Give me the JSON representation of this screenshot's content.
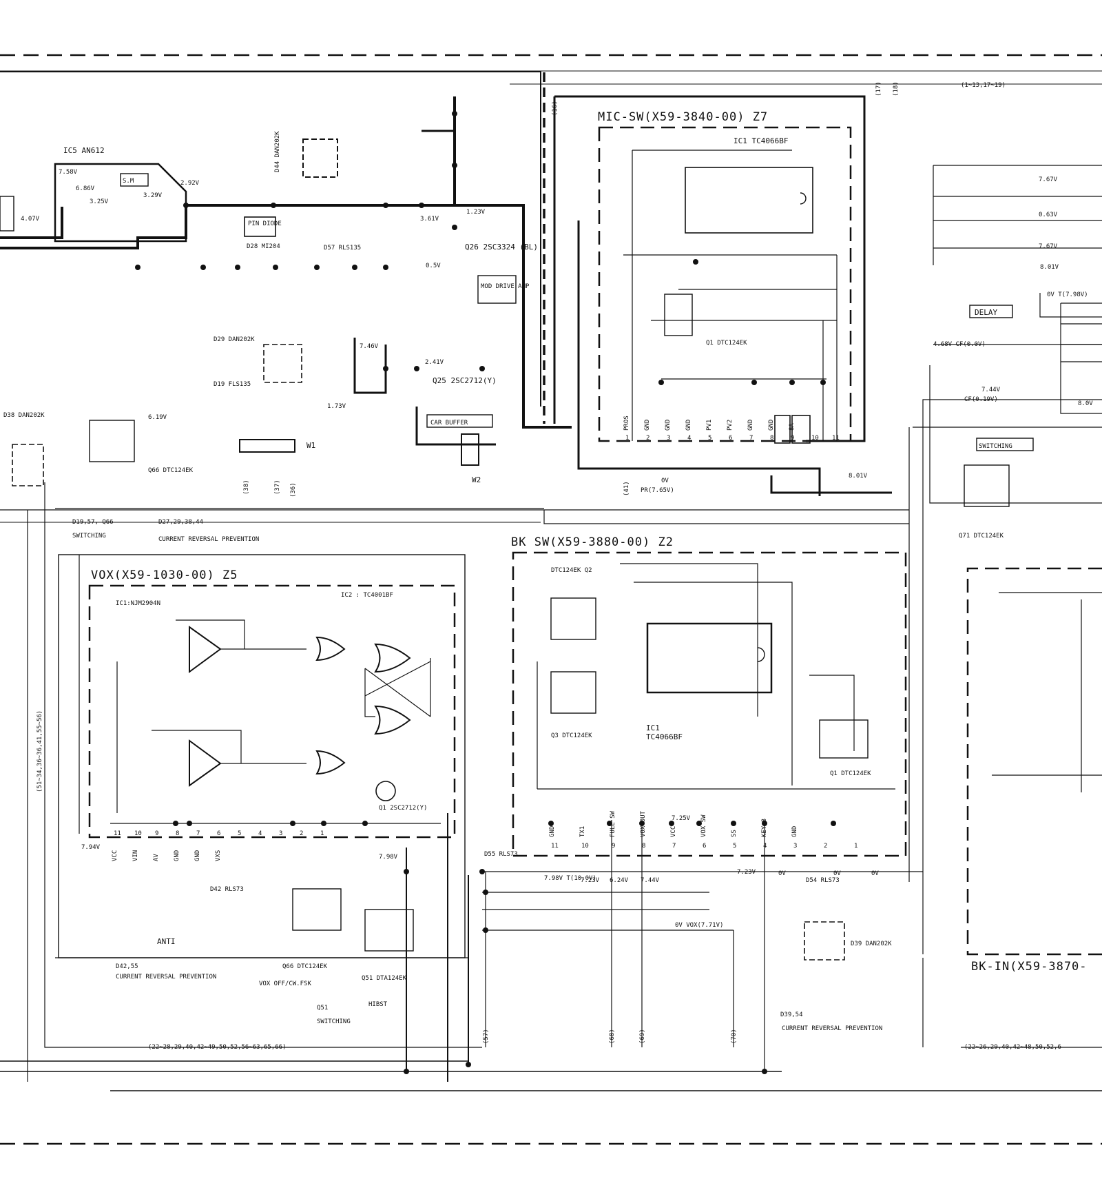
{
  "modules": {
    "mic_sw": "MIC-SW(X59-3840-00) Z7",
    "bk_sw": "BK SW(X59-3880-00) Z2",
    "vox": "VOX(X59-1030-00) Z5",
    "bk_in": "BK-IN(X59-3870-"
  },
  "components": {
    "ic5": "IC5 AN612",
    "ic5_sm": "S.M",
    "ic1_mic": "IC1 TC4066BF",
    "ic1_bk": "TC4066BF",
    "ic1_bk_name": "IC1",
    "ic1_vox": "IC1:NJM2904N",
    "ic2_vox": "IC2 : TC4001BF",
    "q26": "Q26 2SC3324 (BL)",
    "q25": "Q25 2SC2712(Y)",
    "q66_top": "Q66 DTC124EK",
    "q66_vox": "Q66 DTC124EK",
    "q51": "Q51 DTA124EK",
    "q1_mic": "Q1 DTC124EK",
    "q2_bk": "DTC124EK Q2",
    "q3_bk": "Q3 DTC124EK",
    "q1_bk": "Q1 DTC124EK",
    "q71": "Q71 DTC124EK",
    "q1_vox": "Q1 2SC2712(Y)",
    "d44": "D44 DAN202K",
    "d28": "D28 MI204",
    "d57": "D57 RLS135",
    "d29": "D29 DAN202K",
    "d19": "D19 FLS135",
    "d38": "D38 DAN202K",
    "d55": "D55 RLS73",
    "d54": "D54 RLS73",
    "d39": "D39 DAN202K",
    "d42": "D42 RLS73",
    "w1": "W1",
    "w2": "W2"
  },
  "labels": {
    "pin_diode": "PIN DIODE",
    "mod_drive_amp": "MOD DRIVE AMP",
    "car_buffer": "CAR BUFFER",
    "delay": "DELAY",
    "switching": "SWITCHING",
    "switching_top": "SWITCHING",
    "switching_q51": "SWITCHING",
    "anti": "ANTI",
    "vox_off": "VOX OFF/CW.FSK",
    "current_reversal": "CURRENT REVERSAL PREVENTION",
    "d19_note": "D19,57, Q66",
    "d27_note": "D27,29,38,44",
    "d42_note": "D42,55",
    "q51_note": "Q51",
    "d39_note": "D39,54",
    "hibst": "HIBST"
  },
  "voltages": {
    "v758": "7.58V",
    "v686": "6.86V",
    "v325": "3.25V",
    "v329": "3.29V",
    "v292": "2.92V",
    "v407": "4.07V",
    "v361": "3.61V",
    "v123": "1.23V",
    "v05": "0.5V",
    "v746": "7.46V",
    "v173": "1.73V",
    "v241": "2.41V",
    "v619": "6.19V",
    "v801_mic": "8.01V",
    "v0_pr": "0V",
    "pr": "PR(7.65V)",
    "v767a": "7.67V",
    "v063": "0.63V",
    "v767b": "7.67V",
    "v801": "8.01V",
    "v0_798": "0V T(7.98V)",
    "cf": "4.68V CF(0.0V)",
    "v744": "7.44V",
    "cf019": "CF(0.19V)",
    "v8": "8.0V",
    "v725": "7.25V",
    "v798": "7.98V",
    "v798t": "7.98V T(10.0V)",
    "v723": "7.23V",
    "v624": "6.24V",
    "v744b": "7.44V",
    "v723b": "7.23V",
    "v0a": "0V",
    "v0b": "0V",
    "v0c": "0V",
    "v0vox": "0V VOX(7.71V)",
    "v794": "7.94V"
  },
  "pins": {
    "mic": [
      "1",
      "2",
      "3",
      "4",
      "5",
      "6",
      "7",
      "8",
      "9",
      "10",
      "11"
    ],
    "mic_names": [
      "PROS",
      "GND",
      "GND",
      "GND",
      "PV1",
      "PV2",
      "GND",
      "GND",
      "8A"
    ],
    "bk": [
      "11",
      "10",
      "9",
      "8",
      "7",
      "6",
      "5",
      "4",
      "3",
      "2",
      "1"
    ],
    "bk_names": [
      "GND",
      "TX1",
      "FULL SW",
      "VOX OUT",
      "VCC",
      "VOX SW",
      "SS",
      "KEY 8",
      "GND"
    ],
    "vox": [
      "11",
      "10",
      "9",
      "8",
      "7",
      "6",
      "5",
      "4",
      "3",
      "2",
      "1"
    ],
    "vox_names": [
      "VCC",
      "VIN",
      "AV",
      "GND",
      "GND",
      "VXS"
    ]
  },
  "buses": {
    "top": "(1~13,17~19)",
    "bottom": "(22~28,29,40,42~49,50,52,56~63,65,66)",
    "bottom_right": "(22~26,29,40,42~48,50,52,6",
    "left_vert": "(51~34,36~36,41,55~56)",
    "c17": "(17)",
    "c18": "(18)",
    "c16": "(16)",
    "c41": "(41)",
    "c36": "(36)",
    "c37": "(37)",
    "c38": "(38)",
    "c57": "(57)",
    "c68": "(68)",
    "c69": "(69)",
    "c70": "(70)"
  }
}
